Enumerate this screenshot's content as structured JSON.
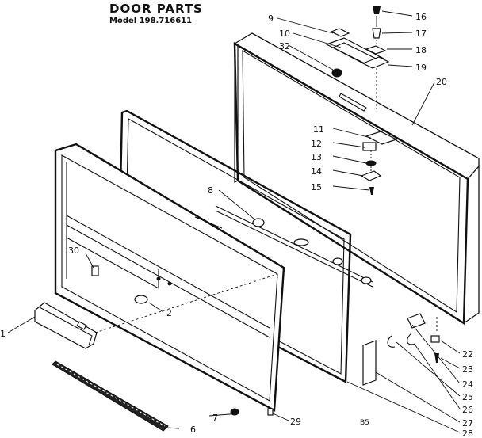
{
  "header": {
    "title": "DOOR PARTS",
    "model": "Model 198.716611"
  },
  "labels": {
    "p1": "1",
    "p2": "2",
    "p6": "6",
    "p7": "7",
    "p8": "8",
    "p9": "9",
    "p10": "10",
    "p11": "11",
    "p12": "12",
    "p13": "13",
    "p14": "14",
    "p15": "15",
    "p16": "16",
    "p17": "17",
    "p18": "18",
    "p19": "19",
    "p20": "20",
    "p22": "22",
    "p23": "23",
    "p24": "24",
    "p25": "25",
    "p26": "26",
    "p27": "27",
    "p28": "28",
    "p29": "29",
    "p30": "30",
    "p32": "32"
  },
  "footer_code": "B5"
}
